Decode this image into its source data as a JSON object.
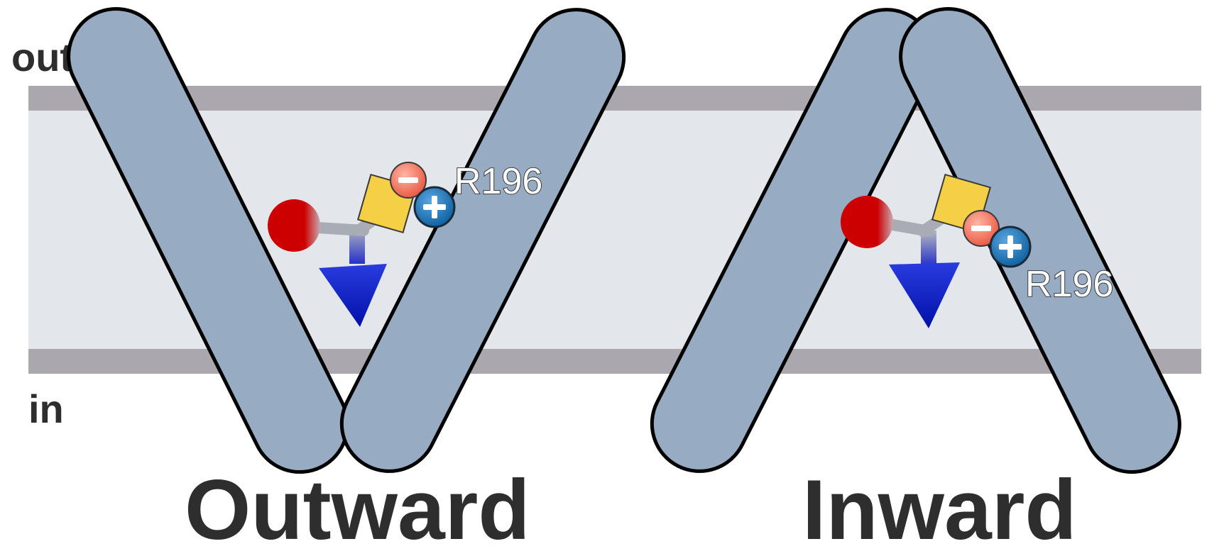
{
  "labels": {
    "out": "out",
    "in": "in"
  },
  "states": {
    "outward": {
      "title": "Outward",
      "residue": "R196",
      "negative_symbol": "−",
      "positive_symbol": "+"
    },
    "inward": {
      "title": "Inward",
      "residue": "R196",
      "negative_symbol": "−",
      "positive_symbol": "+"
    }
  },
  "colors": {
    "membrane_core": "#e3e6ea",
    "membrane_headgroup": "#aaa8ae",
    "helix_fill": "#97abc3",
    "helix_stroke": "#000000",
    "ligand_red": "#cc0000",
    "ligand_yellow": "#f5cf45",
    "ligand_blue": "#0a1fbf",
    "negative_charge": "#f07a62",
    "positive_charge": "#1472b8",
    "label_text": "#2e2e2e"
  }
}
